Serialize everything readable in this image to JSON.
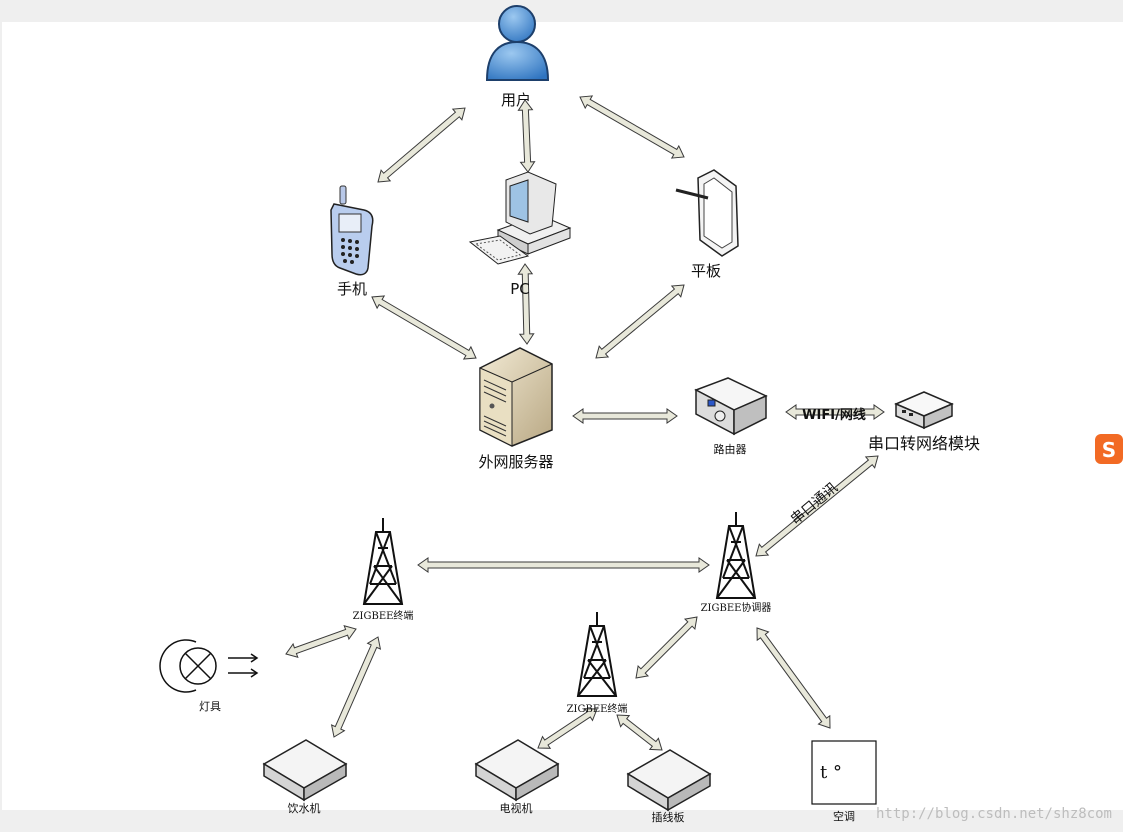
{
  "nodes": {
    "user": "用户",
    "phone": "手机",
    "pc": "PC",
    "tablet": "平板",
    "server": "外网服务器",
    "router": "路由器",
    "serial_module": "串口转网络模块",
    "zigbee_end_1": "ZIGBEE终端",
    "zigbee_coordinator": "ZIGBEE协调器",
    "zigbee_end_2": "ZIGBEE终端",
    "lamp": "灯具",
    "water_dispenser": "饮水机",
    "tv": "电视机",
    "power_strip": "插线板",
    "aircon": "空调"
  },
  "links": {
    "wifi_label": "WIFI/网线",
    "serial_label": "串口通讯"
  },
  "aircon_panel": {
    "reading": "t °"
  },
  "watermark": "http://blog.csdn.net/shz8com",
  "colors": {
    "arrow_fill": "#e8e8da",
    "arrow_stroke": "#3a3a3a",
    "user_blue": "#4a8fd0",
    "sogou_orange": "#f26a24"
  }
}
